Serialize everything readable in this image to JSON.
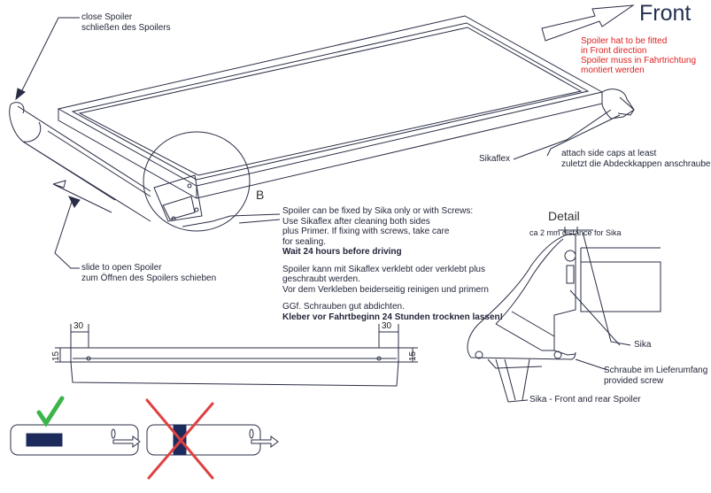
{
  "front": {
    "title": "Front",
    "note_en_1": "Spoiler hat to be fitted",
    "note_en_2": "in Front direction",
    "note_de_1": "Spoiler muss in Fahrtrichtung",
    "note_de_2": "montiert werden"
  },
  "labels": {
    "close_en": "close Spoiler",
    "close_de": "schließen des Spoilers",
    "slide_en": "slide to open Spoiler",
    "slide_de": "zum Öffnen des Spoilers schieben",
    "sikaflex": "Sikaflex",
    "caps_en": "attach side caps at least",
    "caps_de": "zuletzt die Abdeckkappen anschrauben",
    "b": "B"
  },
  "instructions": {
    "en_1": "Spoiler can be fixed by Sika only or with Screws:",
    "en_2": "Use Sikaflex after cleaning both sides",
    "en_3": "plus Primer. If fixing with screws, take care",
    "en_4": "for sealing.",
    "en_5": "Wait 24 hours before driving",
    "de_1": "Spoiler kann mit Sikaflex verklebt oder verklebt plus",
    "de_2": "geschraubt werden.",
    "de_3": "Vor dem Verkleben beiderseitig reinigen und primern",
    "de_4": "GGf. Schrauben gut abdichten.",
    "de_5": "Kleber vor Fahrtbeginn 24 Stunden trocknen lassen!"
  },
  "detail": {
    "title": "Detail",
    "distance": "ca 2 mm distance for Sika",
    "sika": "Sika",
    "screw_de": "Schraube im Lieferumfang",
    "screw_en": "provided screw",
    "front_rear": "Sika - Front and rear Spoiler"
  },
  "dimensions": {
    "left_width": "30",
    "right_width": "30",
    "left_height": "15",
    "right_height": "15"
  },
  "colors": {
    "check": "#3cb64a",
    "cross": "#e04040",
    "note_red": "#e02020",
    "front_blue": "#23324f",
    "line": "#2a2e45"
  }
}
